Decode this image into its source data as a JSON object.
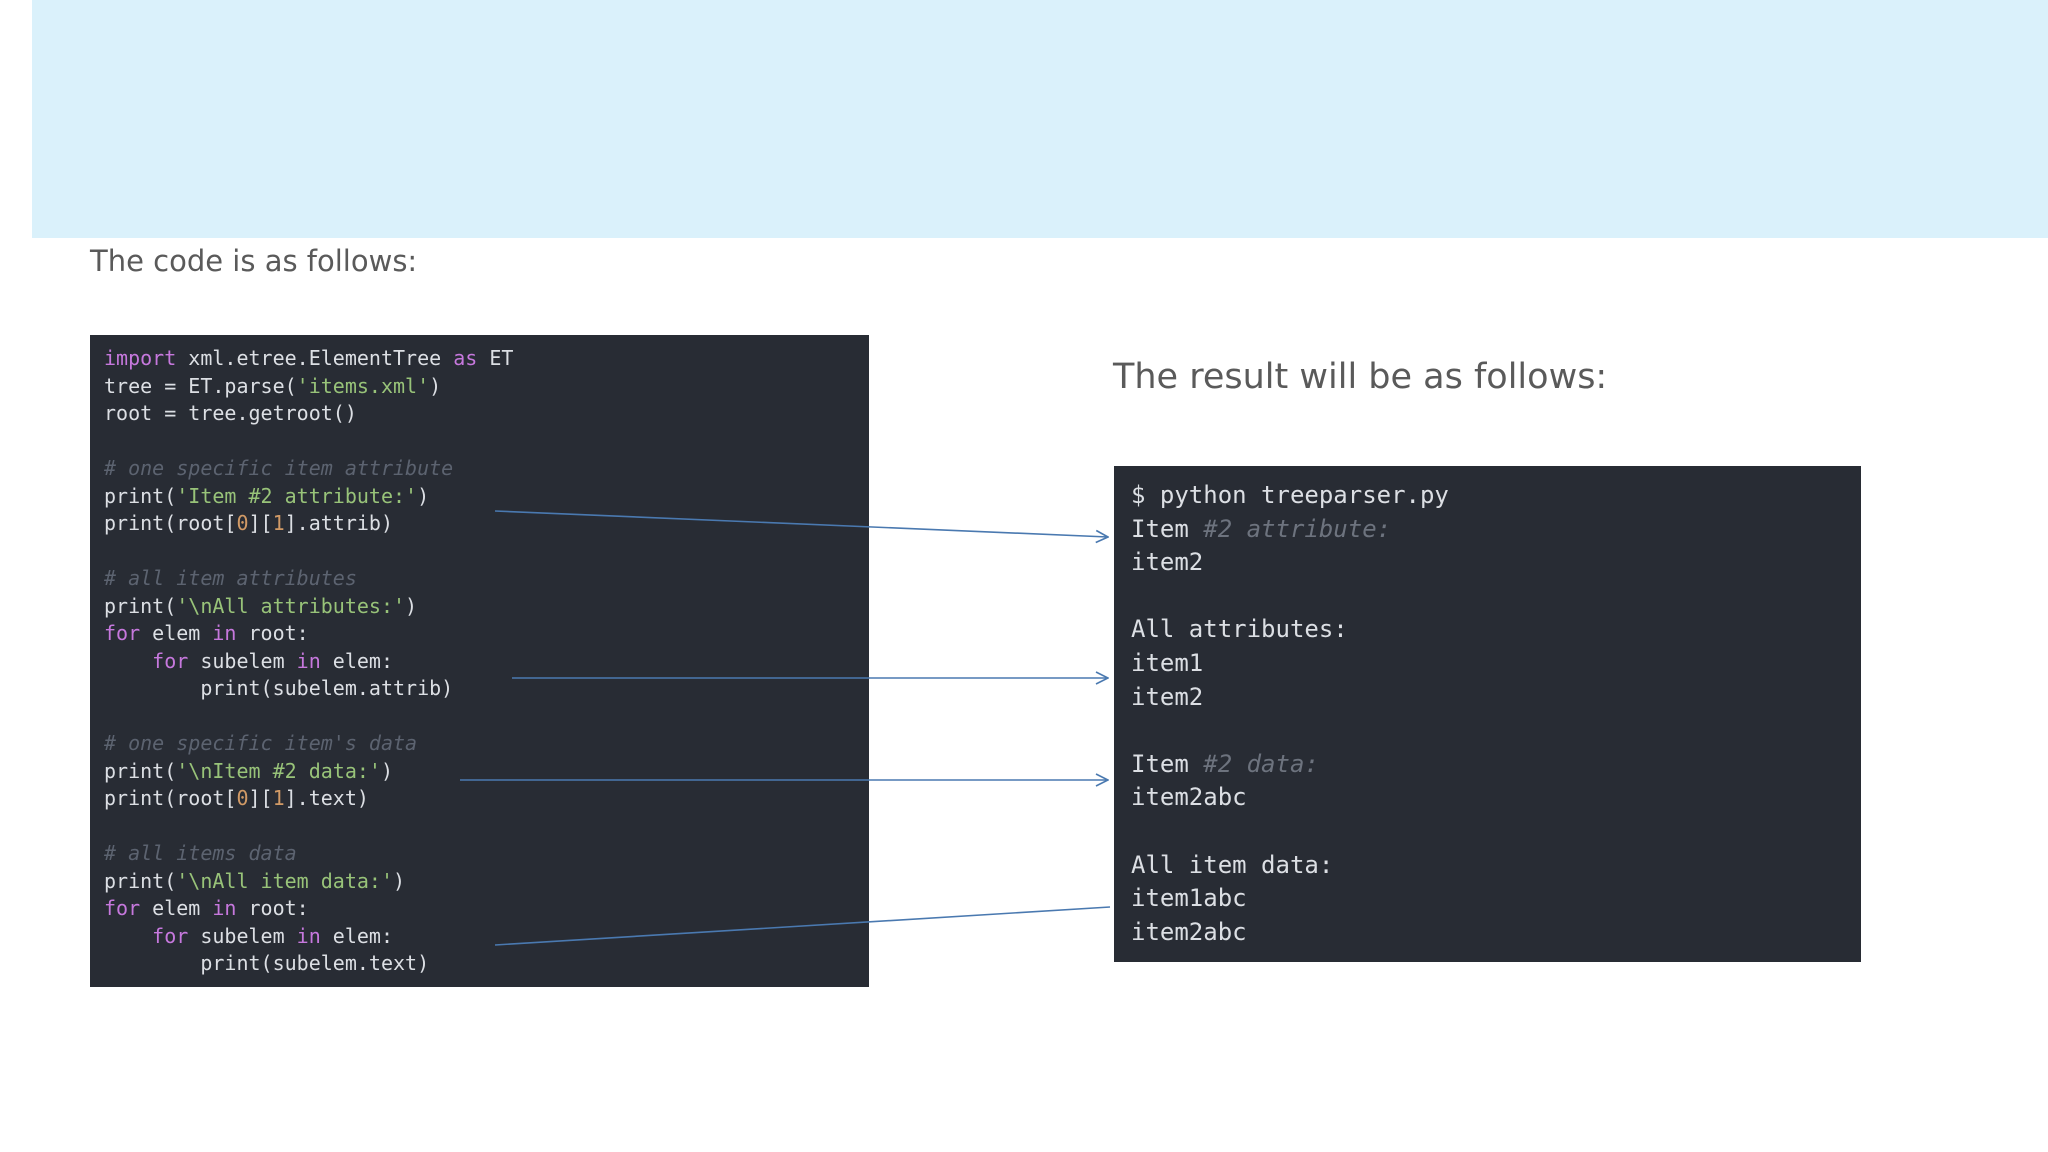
{
  "headings": {
    "code": "The code is as follows:",
    "result": "The result will be as follows:"
  },
  "colors": {
    "banner": "#daf1fb",
    "panel": "#282c34",
    "arrow": "#4a79b0"
  },
  "code_lines": [
    [
      {
        "text": "import",
        "kind": "keyword"
      },
      {
        "text": " xml.etree.ElementTree ",
        "kind": "plain"
      },
      {
        "text": "as",
        "kind": "keyword"
      },
      {
        "text": " ET",
        "kind": "plain"
      }
    ],
    [
      {
        "text": "tree = ET.parse(",
        "kind": "plain"
      },
      {
        "text": "'items.xml'",
        "kind": "string"
      },
      {
        "text": ")",
        "kind": "plain"
      }
    ],
    [
      {
        "text": "root = tree.getroot()",
        "kind": "plain"
      }
    ],
    [],
    [
      {
        "text": "# one specific item attribute",
        "kind": "comment"
      }
    ],
    [
      {
        "text": "print(",
        "kind": "plain"
      },
      {
        "text": "'Item #2 attribute:'",
        "kind": "string"
      },
      {
        "text": ")",
        "kind": "plain"
      }
    ],
    [
      {
        "text": "print(root[",
        "kind": "plain"
      },
      {
        "text": "0",
        "kind": "number"
      },
      {
        "text": "][",
        "kind": "plain"
      },
      {
        "text": "1",
        "kind": "number"
      },
      {
        "text": "].attrib)",
        "kind": "plain"
      }
    ],
    [],
    [
      {
        "text": "# all item attributes",
        "kind": "comment"
      }
    ],
    [
      {
        "text": "print(",
        "kind": "plain"
      },
      {
        "text": "'\\nAll attributes:'",
        "kind": "string"
      },
      {
        "text": ")",
        "kind": "plain"
      }
    ],
    [
      {
        "text": "for",
        "kind": "keyword"
      },
      {
        "text": " elem ",
        "kind": "plain"
      },
      {
        "text": "in",
        "kind": "keyword"
      },
      {
        "text": " root:",
        "kind": "plain"
      }
    ],
    [
      {
        "text": "    ",
        "kind": "plain"
      },
      {
        "text": "for",
        "kind": "keyword"
      },
      {
        "text": " subelem ",
        "kind": "plain"
      },
      {
        "text": "in",
        "kind": "keyword"
      },
      {
        "text": " elem:",
        "kind": "plain"
      }
    ],
    [
      {
        "text": "        print(subelem.attrib)",
        "kind": "plain"
      }
    ],
    [],
    [
      {
        "text": "# one specific item's data",
        "kind": "comment"
      }
    ],
    [
      {
        "text": "print(",
        "kind": "plain"
      },
      {
        "text": "'\\nItem #2 data:'",
        "kind": "string"
      },
      {
        "text": ")",
        "kind": "plain"
      }
    ],
    [
      {
        "text": "print(root[",
        "kind": "plain"
      },
      {
        "text": "0",
        "kind": "number"
      },
      {
        "text": "][",
        "kind": "plain"
      },
      {
        "text": "1",
        "kind": "number"
      },
      {
        "text": "].text)",
        "kind": "plain"
      }
    ],
    [],
    [
      {
        "text": "# all items data",
        "kind": "comment"
      }
    ],
    [
      {
        "text": "print(",
        "kind": "plain"
      },
      {
        "text": "'\\nAll item data:'",
        "kind": "string"
      },
      {
        "text": ")",
        "kind": "plain"
      }
    ],
    [
      {
        "text": "for",
        "kind": "keyword"
      },
      {
        "text": " elem ",
        "kind": "plain"
      },
      {
        "text": "in",
        "kind": "keyword"
      },
      {
        "text": " root:",
        "kind": "plain"
      }
    ],
    [
      {
        "text": "    ",
        "kind": "plain"
      },
      {
        "text": "for",
        "kind": "keyword"
      },
      {
        "text": " subelem ",
        "kind": "plain"
      },
      {
        "text": "in",
        "kind": "keyword"
      },
      {
        "text": " elem:",
        "kind": "plain"
      }
    ],
    [
      {
        "text": "        print(subelem.text)",
        "kind": "plain"
      }
    ]
  ],
  "output_lines": [
    [
      {
        "text": "$ python treeparser.py",
        "kind": "plain"
      }
    ],
    [
      {
        "text": "Item ",
        "kind": "plain"
      },
      {
        "text": "#2 attribute:",
        "kind": "faded"
      }
    ],
    [
      {
        "text": "item2",
        "kind": "plain"
      }
    ],
    [],
    [
      {
        "text": "All attributes:",
        "kind": "plain"
      }
    ],
    [
      {
        "text": "item1",
        "kind": "plain"
      }
    ],
    [
      {
        "text": "item2",
        "kind": "plain"
      }
    ],
    [],
    [
      {
        "text": "Item ",
        "kind": "plain"
      },
      {
        "text": "#2 data:",
        "kind": "faded"
      }
    ],
    [
      {
        "text": "item2abc",
        "kind": "plain"
      }
    ],
    [],
    [
      {
        "text": "All item data:",
        "kind": "plain"
      }
    ],
    [
      {
        "text": "item1abc",
        "kind": "plain"
      }
    ],
    [
      {
        "text": "item2abc",
        "kind": "plain"
      }
    ]
  ]
}
